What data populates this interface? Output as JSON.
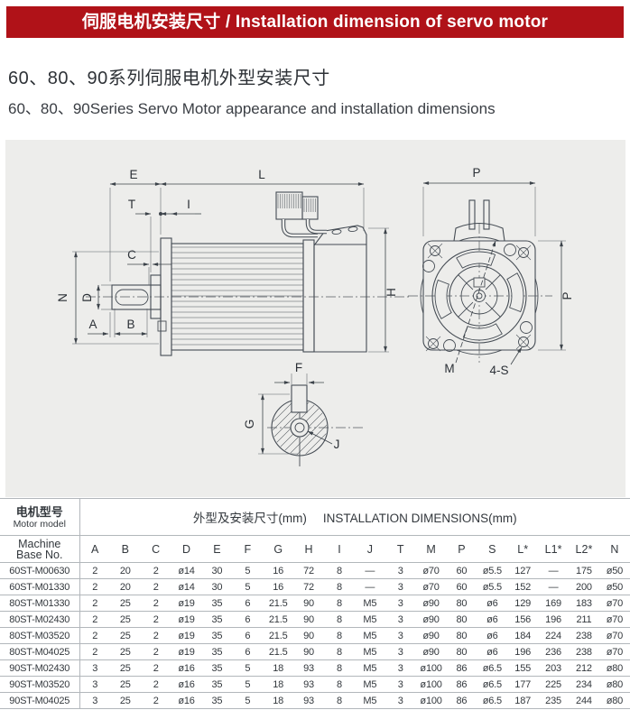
{
  "banner": {
    "title": "伺服电机安装尺寸 / Installation dimension of servo motor",
    "bg_color": "#b01218",
    "text_color": "#ffffff"
  },
  "intro": {
    "title_zh": "60、80、90系列伺服电机外型安装尺寸",
    "title_en": "60、80、90Series Servo Motor appearance and installation dimensions"
  },
  "drawing": {
    "side_view": {
      "E": "E",
      "L": "L",
      "T": "T",
      "I": "I",
      "C": "C",
      "D": "D",
      "N": "N",
      "A": "A",
      "B": "B",
      "H": "H"
    },
    "front_view": {
      "P_top": "P",
      "P_right": "P",
      "M": "M",
      "holes": "4-S"
    },
    "shaft_view": {
      "F": "F",
      "G": "G",
      "J": "J"
    }
  },
  "table": {
    "motor_model_zh": "电机型号",
    "motor_model_en": "Motor model",
    "dims_zh": "外型及安装尺寸(mm)",
    "dims_en": "INSTALLATION DIMENSIONS(mm)",
    "base_no_line1": "Machine",
    "base_no_line2": "Base No.",
    "columns": [
      "A",
      "B",
      "C",
      "D",
      "E",
      "F",
      "G",
      "H",
      "I",
      "J",
      "T",
      "M",
      "P",
      "S",
      "L*",
      "L1*",
      "L2*",
      "N"
    ],
    "rows": [
      {
        "model": "60ST-M00630",
        "values": [
          "2",
          "20",
          "2",
          "ø14",
          "30",
          "5",
          "16",
          "72",
          "8",
          "—",
          "3",
          "ø70",
          "60",
          "ø5.5",
          "127",
          "—",
          "175",
          "ø50"
        ]
      },
      {
        "model": "60ST-M01330",
        "values": [
          "2",
          "20",
          "2",
          "ø14",
          "30",
          "5",
          "16",
          "72",
          "8",
          "—",
          "3",
          "ø70",
          "60",
          "ø5.5",
          "152",
          "—",
          "200",
          "ø50"
        ]
      },
      {
        "model": "80ST-M01330",
        "values": [
          "2",
          "25",
          "2",
          "ø19",
          "35",
          "6",
          "21.5",
          "90",
          "8",
          "M5",
          "3",
          "ø90",
          "80",
          "ø6",
          "129",
          "169",
          "183",
          "ø70"
        ]
      },
      {
        "model": "80ST-M02430",
        "values": [
          "2",
          "25",
          "2",
          "ø19",
          "35",
          "6",
          "21.5",
          "90",
          "8",
          "M5",
          "3",
          "ø90",
          "80",
          "ø6",
          "156",
          "196",
          "211",
          "ø70"
        ]
      },
      {
        "model": "80ST-M03520",
        "values": [
          "2",
          "25",
          "2",
          "ø19",
          "35",
          "6",
          "21.5",
          "90",
          "8",
          "M5",
          "3",
          "ø90",
          "80",
          "ø6",
          "184",
          "224",
          "238",
          "ø70"
        ]
      },
      {
        "model": "80ST-M04025",
        "values": [
          "2",
          "25",
          "2",
          "ø19",
          "35",
          "6",
          "21.5",
          "90",
          "8",
          "M5",
          "3",
          "ø90",
          "80",
          "ø6",
          "196",
          "236",
          "238",
          "ø70"
        ]
      },
      {
        "model": "90ST-M02430",
        "values": [
          "3",
          "25",
          "2",
          "ø16",
          "35",
          "5",
          "18",
          "93",
          "8",
          "M5",
          "3",
          "ø100",
          "86",
          "ø6.5",
          "155",
          "203",
          "212",
          "ø80"
        ]
      },
      {
        "model": "90ST-M03520",
        "values": [
          "3",
          "25",
          "2",
          "ø16",
          "35",
          "5",
          "18",
          "93",
          "8",
          "M5",
          "3",
          "ø100",
          "86",
          "ø6.5",
          "177",
          "225",
          "234",
          "ø80"
        ]
      },
      {
        "model": "90ST-M04025",
        "values": [
          "3",
          "25",
          "2",
          "ø16",
          "35",
          "5",
          "18",
          "93",
          "8",
          "M5",
          "3",
          "ø100",
          "86",
          "ø6.5",
          "187",
          "235",
          "244",
          "ø80"
        ]
      }
    ]
  }
}
